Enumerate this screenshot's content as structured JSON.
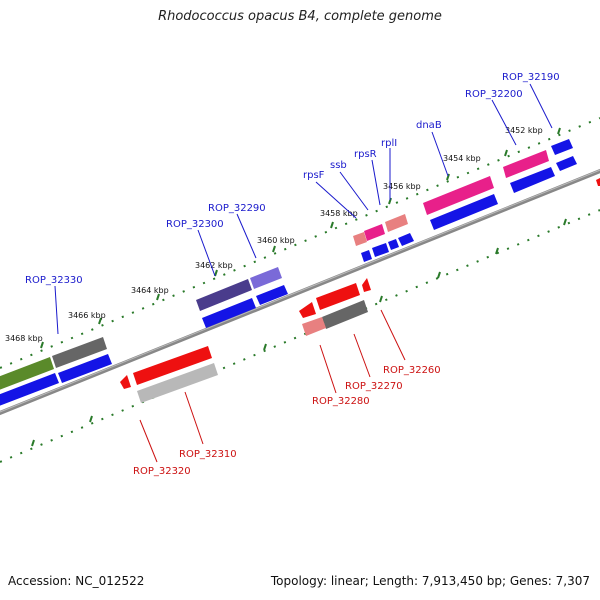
{
  "title": "Rhodococcus opacus B4, complete genome",
  "footer": {
    "accession": "Accession: NC_012522",
    "topology": "Topology: linear; Length: 7,913,450 bp; Genes: 7,307"
  },
  "kbp_labels": [
    "3452 kbp",
    "3454 kbp",
    "3456 kbp",
    "3458 kbp",
    "3460 kbp",
    "3462 kbp",
    "3464 kbp",
    "3466 kbp",
    "3468 kbp"
  ],
  "forward_gene_labels": [
    "ROP_32190",
    "ROP_32200",
    "dnaB",
    "rplI",
    "rpsR",
    "ssb",
    "rpsF",
    "ROP_32290",
    "ROP_32300",
    "ROP_32330"
  ],
  "reverse_gene_labels": [
    "ROP_32260",
    "ROP_32270",
    "ROP_32280",
    "ROP_32310",
    "ROP_32320"
  ],
  "colors": {
    "forward_label": "#1a1acc",
    "reverse_label": "#cc1111",
    "tick": "#2a7a2a",
    "backbone": "#777777",
    "cds": "#1414e6",
    "pink": "#e8208a",
    "red": "#ee1010",
    "gray": "#666666",
    "purple": "#4a3c8c",
    "olive": "#5a8a2a"
  }
}
